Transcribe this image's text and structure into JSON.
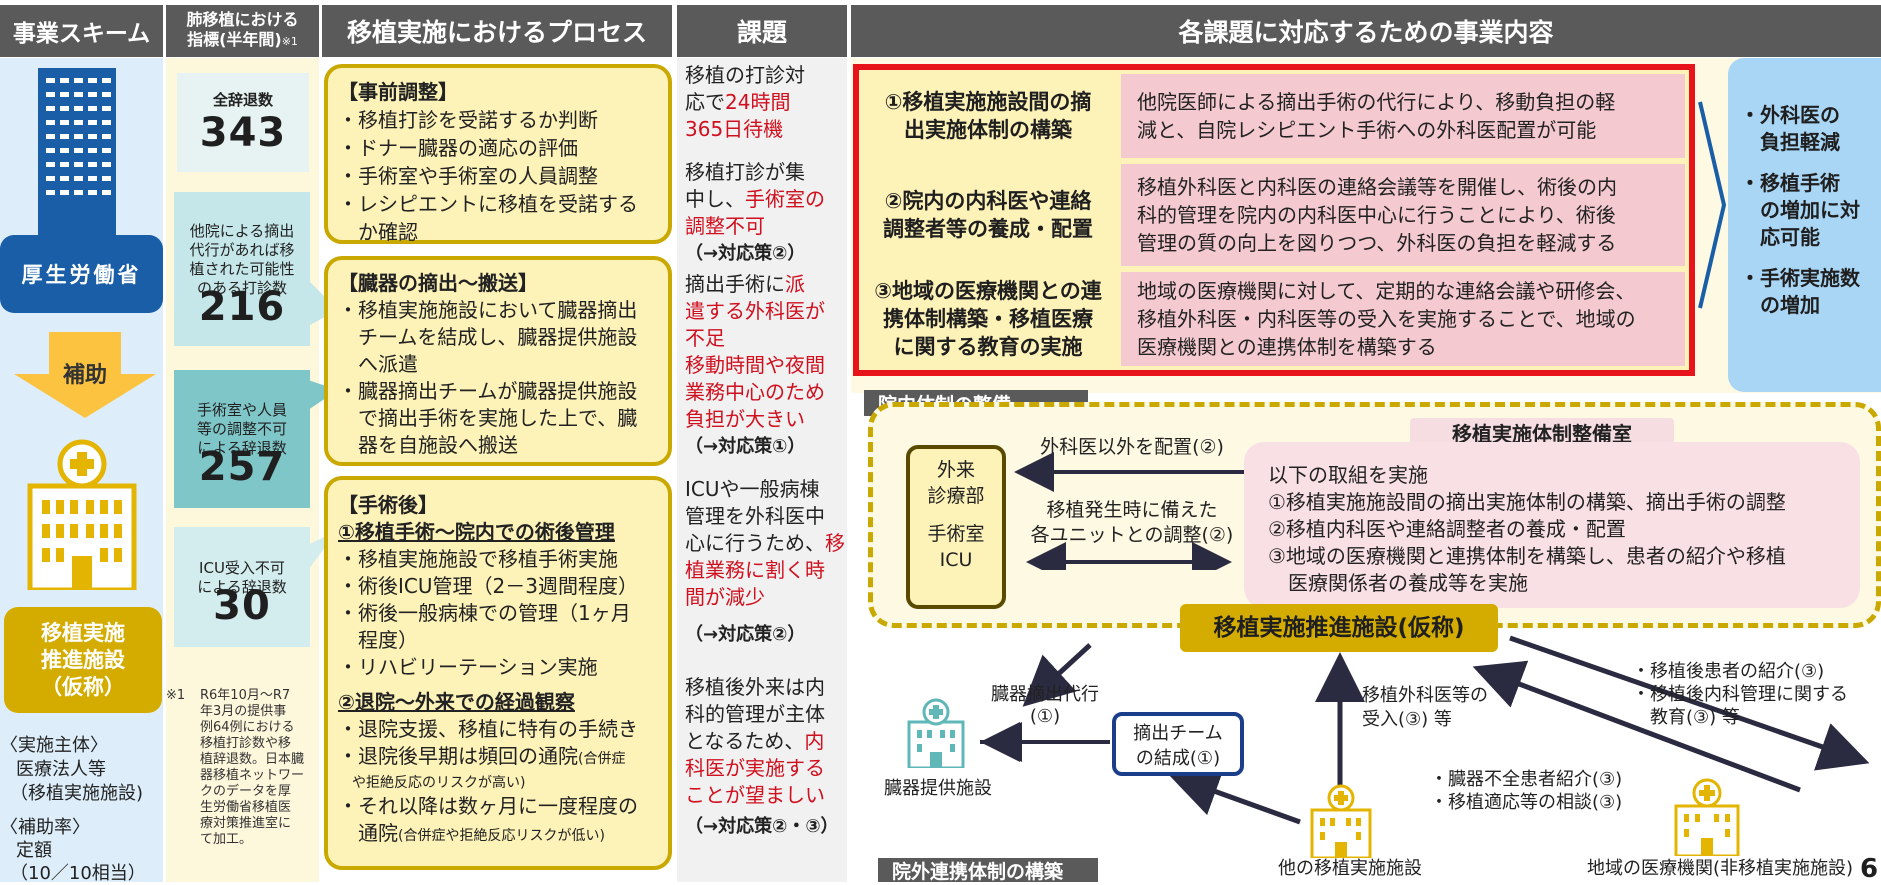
{
  "headers": {
    "scheme": "事業スキーム",
    "indicator_line1": "肺移植における",
    "indicator_line2": "指標(半年間)",
    "indicator_note": "※1",
    "process": "移植実施におけるプロセス",
    "issue": "課題",
    "content": "各課題に対応するための事業内容"
  },
  "scheme": {
    "mhlw": "厚生労働省",
    "subsidy": "補助",
    "facility_lines": [
      "移植実施",
      "推進施設",
      "（仮称）"
    ],
    "entity_lines": [
      "〈実施主体〉",
      "医療法人等",
      "（移植実施施設)"
    ],
    "rate_lines": [
      "〈補助率〉",
      "定額",
      "（10／10相当）"
    ]
  },
  "indicators": {
    "total_label": "全辞退数",
    "total_value": "343",
    "other_label": [
      "他院による摘出",
      "代行があれば移",
      "植された可能性",
      "のある打診数"
    ],
    "other_value": "216",
    "or_label": [
      "手術室や人員",
      "等の調整不可",
      "による辞退数"
    ],
    "or_value": "257",
    "icu_label": [
      "ICU受入不可",
      "による辞退数"
    ],
    "icu_value": "30",
    "footnote_mark": "※1",
    "footnote_lines": [
      "R6年10月～R7",
      "年3月の提供事",
      "例64例における",
      "移植打診数や移",
      "植辞退数。日本臓",
      "器移植ネットワー",
      "クのデータを厚",
      "生労働省移植医",
      "療対策推進室に",
      "て加工。"
    ]
  },
  "process": {
    "box1_title": "【事前調整】",
    "box1_items": [
      "・移植打診を受諾するか判断",
      "・ドナー臓器の適応の評価",
      "・手術室や手術室の人員調整",
      "・レシピエントに移植を受諾する",
      "　か確認"
    ],
    "box2_title": "【臓器の摘出～搬送】",
    "box2_items": [
      "・移植実施施設において臓器摘出",
      "　チームを結成し、臓器提供施設",
      "　へ派遣",
      "・臓器摘出チームが臓器提供施設",
      "　で摘出手術を実施した上で、臓",
      "　器を自施設へ搬送"
    ],
    "box3_title": "【手術後】",
    "box3_sub1": "①移植手術～院内での術後管理",
    "box3_items1": [
      "・移植実施施設で移植手術実施",
      "・術後ICU管理（2－3週間程度）",
      "・術後一般病棟での管理（1ヶ月",
      "　程度）",
      "・リハビリーテーション実施"
    ],
    "box3_sub2": "②退院～外来での経過観察",
    "box3_items2": [
      "・退院支援、移植に特有の手続き",
      "・退院後早期は頻回の通院",
      "　や拒絶反応のリスクが高い)",
      "・それ以降は数ヶ月に一度程度の",
      "　通院"
    ],
    "box3_small1": "(合併症",
    "box3_small2": "(合併症や拒絶反応リスクが低い)"
  },
  "issues": {
    "i1_a": "移植の打診対",
    "i1_b": "応で",
    "i1_c": "24時間",
    "i1_d": "365日待機",
    "i2_a": "移植打診が集",
    "i2_b": "中し、",
    "i2_c": "手術室の",
    "i2_d": "調整不可",
    "i2_e": "（→対応策②）",
    "i3_a": "摘出手術に",
    "i3_b": "派",
    "i3_c": "遣する外科医が",
    "i3_d": "不足",
    "i3_e": "移動時間や夜間",
    "i3_f": "業務中心のため",
    "i3_g": "負担が大きい",
    "i3_h": "（→対応策①）",
    "i4_a": "ICUや一般病棟",
    "i4_b": "管理を外科医中",
    "i4_c": "心に行うため、",
    "i4_d": "移",
    "i4_e": "植業務に割く時",
    "i4_f": "間が減少",
    "i4_g": "（→対応策②）",
    "i5_a": "移植後外来は内",
    "i5_b": "科的管理が主体",
    "i5_c": "となるため、",
    "i5_d": "内",
    "i5_e": "科医が実施する",
    "i5_f": "ことが望ましい",
    "i5_g": "（→対応策②・③）"
  },
  "measures": {
    "m1_title": [
      "①移植実施施設間の摘",
      "出実施体制の構築"
    ],
    "m1_desc": [
      "他院医師による摘出手術の代行により、移動負担の軽",
      "減と、自院レシピエント手術への外科医配置が可能"
    ],
    "m2_title": [
      "②院内の内科医や連絡",
      "調整者等の養成・配置"
    ],
    "m2_desc": [
      "移植外科医と内科医の連絡会議等を開催し、術後の内",
      "科的管理を院内の内科医中心に行うことにより、術後",
      "管理の質の向上を図りつつ、外科医の負担を軽減する"
    ],
    "m3_title": [
      "③地域の医療機関との連",
      "携体制構築・移植医療",
      "に関する教育の実施"
    ],
    "m3_desc": [
      "地域の医療機関に対して、定期的な連絡会議や研修会、",
      "移植外科医・内科医等の受入を実施することで、地域の",
      "医療機関との連携体制を構築する"
    ],
    "outcomes": [
      [
        "・外科医の",
        "　負担軽減"
      ],
      [
        "・移植手術",
        "　の増加に対",
        "　応可能"
      ],
      [
        "・手術実施数",
        "　の増加"
      ]
    ]
  },
  "internal": {
    "label": "院内体制の整備",
    "room_title": "移植実施体制整備室",
    "outpatient": [
      "外来",
      "診療部"
    ],
    "or_icu": [
      "手術室",
      "ICU"
    ],
    "arrow1": "外科医以外を配置(②)",
    "arrow2": [
      "移植発生時に備えた",
      "各ユニットとの調整(②)"
    ],
    "room_items": [
      "以下の取組を実施",
      "①移植実施施設間の摘出実施体制の構築、摘出手術の調整",
      "②移植内科医や連絡調整者の養成・配置",
      "③地域の医療機関と連携体制を構築し、患者の紹介や移植",
      "　医療関係者の養成等を実施"
    ]
  },
  "external": {
    "label": "院外連携体制の構築",
    "center": "移植実施推進施設(仮称)",
    "team": [
      "摘出チーム",
      "の結成(①)"
    ],
    "proxy": [
      "臓器摘出代行",
      "(①)"
    ],
    "donor": "臓器提供施設",
    "accept": [
      "移植外科医等の",
      "受入(③) 等"
    ],
    "other": "他の移植実施施設",
    "referral_out": [
      "・移植後患者の紹介(③)",
      "・移植後内科管理に関する",
      "　教育(③) 等"
    ],
    "referral_in": [
      "・臓器不全患者紹介(③)",
      "・移植適応等の相談(③)"
    ],
    "regional": "地域の医療機関(非移植実施施設)",
    "page_number": "6"
  },
  "colors": {
    "header": "#5a5a5a",
    "navy": "#1a5ea8",
    "gold": "#d4ac00",
    "yellow_fill": "#fdf2b8",
    "pink": "#f4c9d0",
    "red": "#e8141b",
    "teal": "#8fd0d3"
  }
}
